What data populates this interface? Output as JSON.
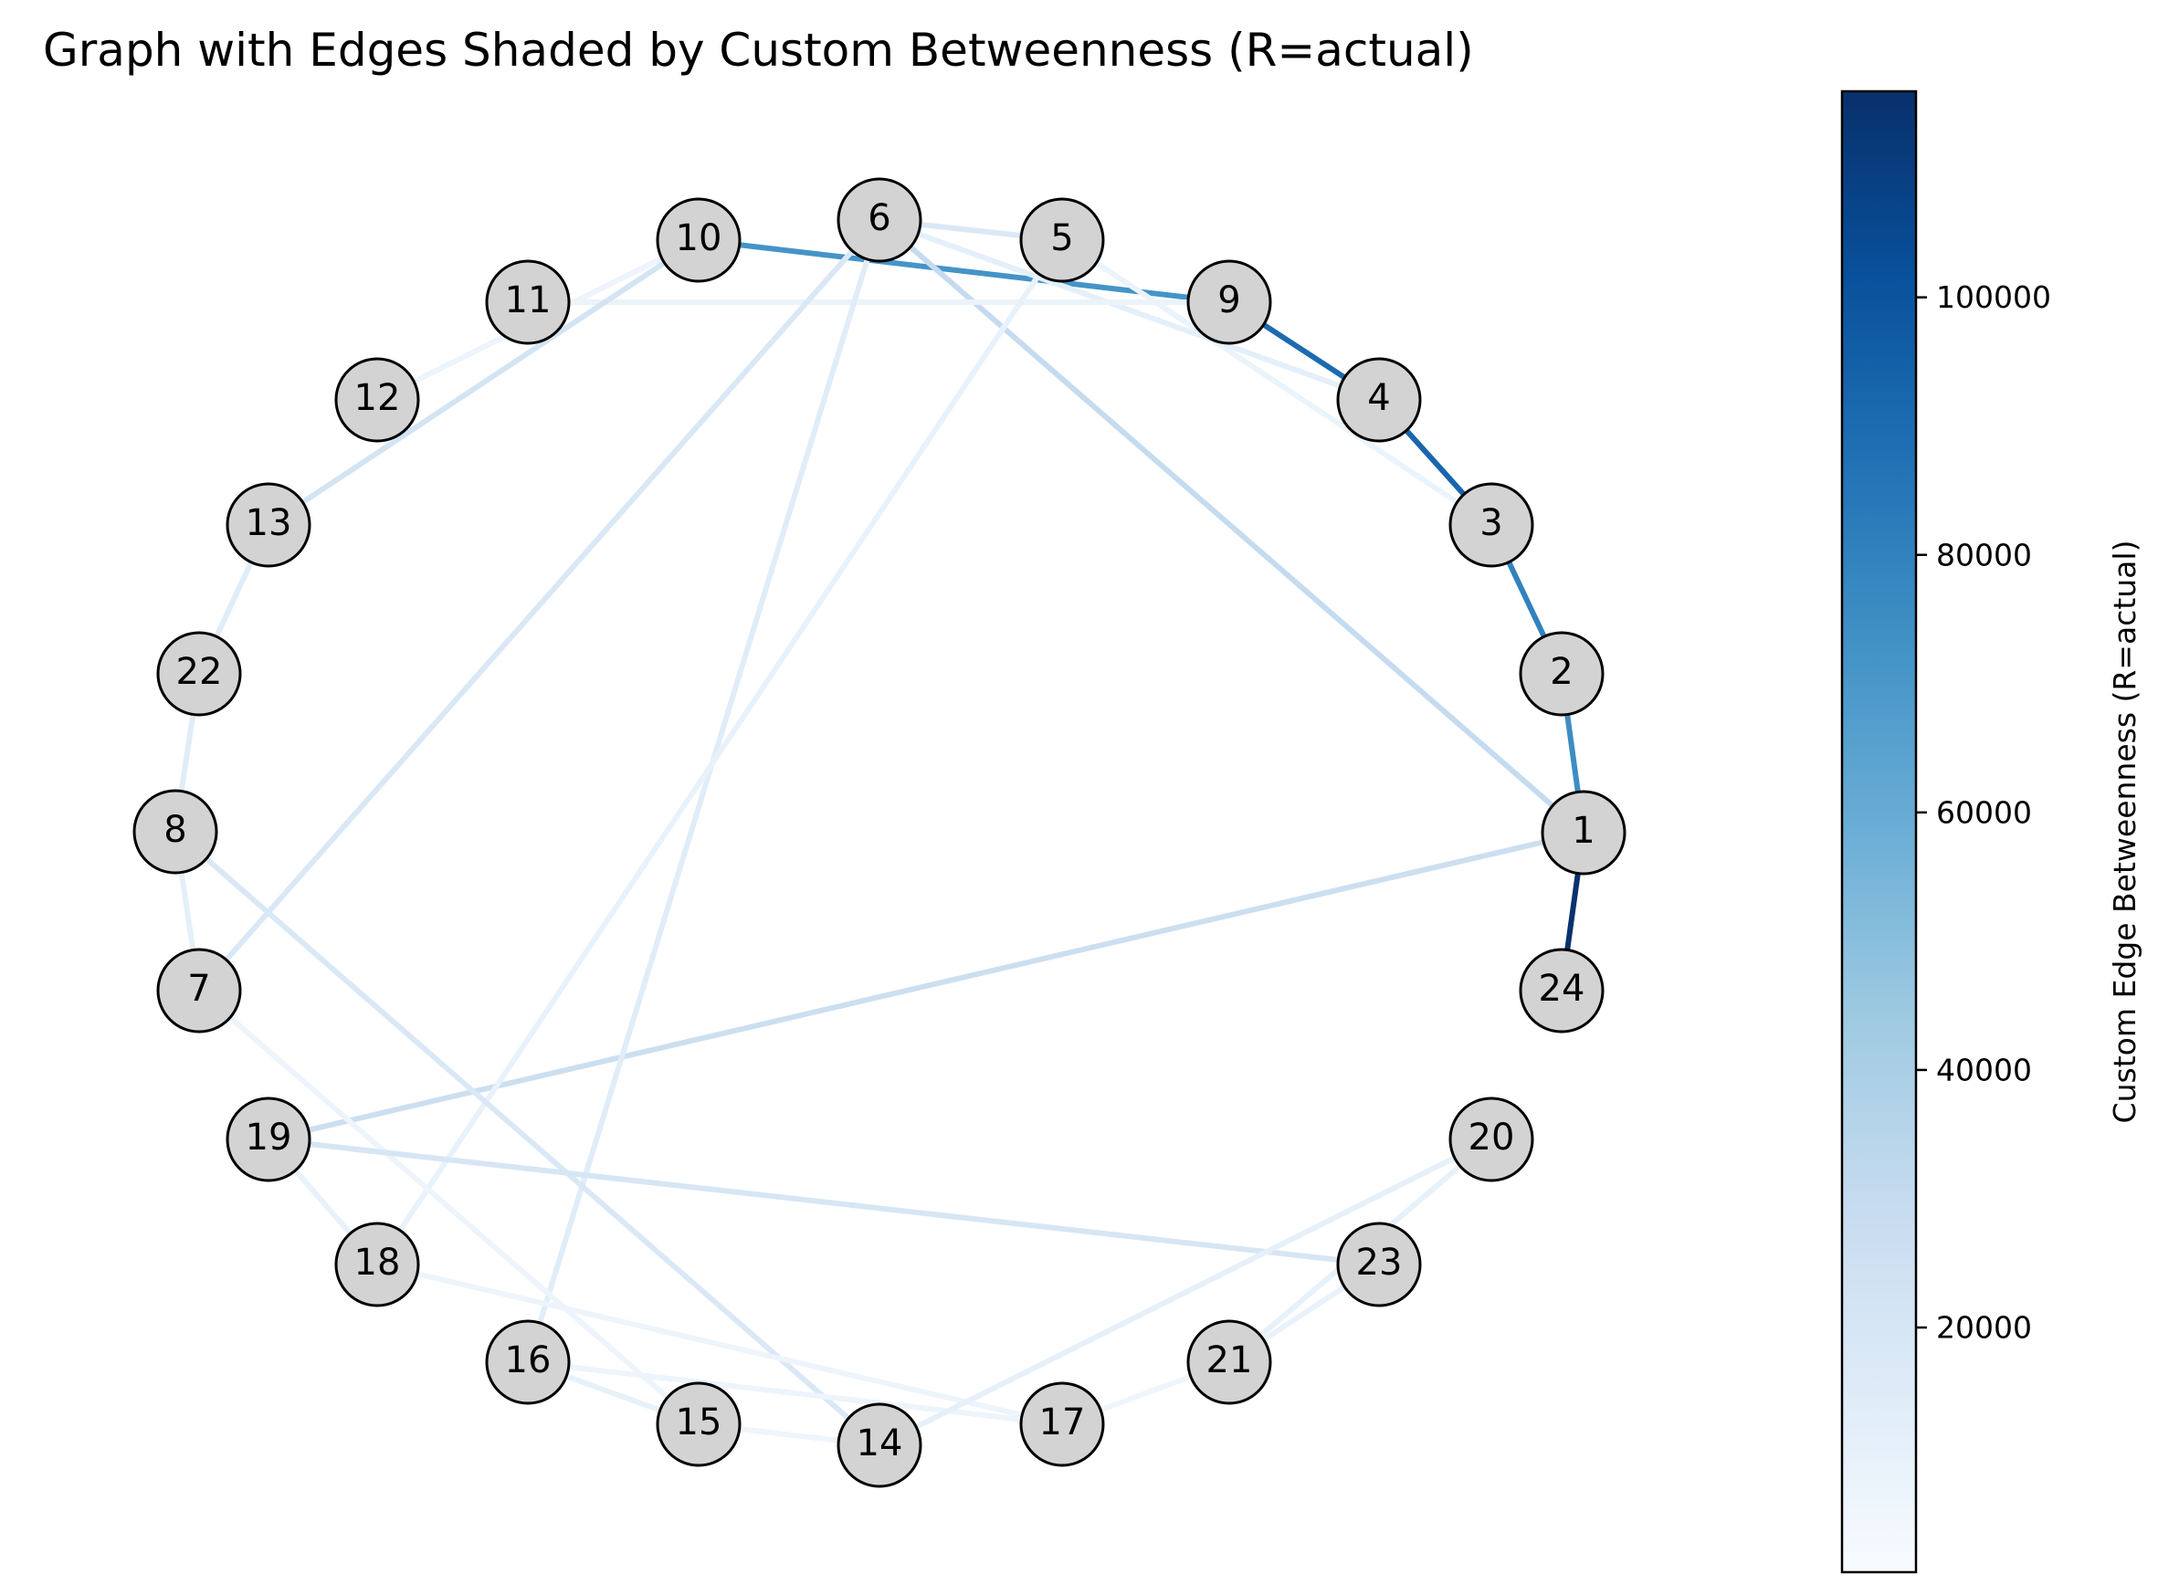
{
  "figure": {
    "title": "Graph with Edges Shaded by Custom Betweenness (R=actual)"
  },
  "graph": {
    "nodes": [
      "1",
      "2",
      "3",
      "4",
      "9",
      "5",
      "6",
      "10",
      "11",
      "12",
      "13",
      "22",
      "8",
      "7",
      "19",
      "18",
      "16",
      "15",
      "14",
      "17",
      "21",
      "23",
      "20",
      "24"
    ],
    "edges": [
      {
        "source": "1",
        "target": "24",
        "value": 115000
      },
      {
        "source": "1",
        "target": "2",
        "value": 75000
      },
      {
        "source": "2",
        "target": "3",
        "value": 80000
      },
      {
        "source": "3",
        "target": "4",
        "value": 92000
      },
      {
        "source": "4",
        "target": "9",
        "value": 90000
      },
      {
        "source": "9",
        "target": "10",
        "value": 72000
      },
      {
        "source": "1",
        "target": "6",
        "value": 30000
      },
      {
        "source": "1",
        "target": "19",
        "value": 26000
      },
      {
        "source": "3",
        "target": "5",
        "value": 8000
      },
      {
        "source": "4",
        "target": "6",
        "value": 12000
      },
      {
        "source": "6",
        "target": "5",
        "value": 18000
      },
      {
        "source": "9",
        "target": "11",
        "value": 8000
      },
      {
        "source": "10",
        "target": "13",
        "value": 22000
      },
      {
        "source": "10",
        "target": "12",
        "value": 7000
      },
      {
        "source": "13",
        "target": "22",
        "value": 14000
      },
      {
        "source": "22",
        "target": "8",
        "value": 14000
      },
      {
        "source": "8",
        "target": "7",
        "value": 12000
      },
      {
        "source": "6",
        "target": "7",
        "value": 18000
      },
      {
        "source": "6",
        "target": "16",
        "value": 14000
      },
      {
        "source": "5",
        "target": "18",
        "value": 9000
      },
      {
        "source": "8",
        "target": "14",
        "value": 18000
      },
      {
        "source": "7",
        "target": "15",
        "value": 7000
      },
      {
        "source": "19",
        "target": "23",
        "value": 20000
      },
      {
        "source": "19",
        "target": "18",
        "value": 9000
      },
      {
        "source": "18",
        "target": "17",
        "value": 7000
      },
      {
        "source": "16",
        "target": "15",
        "value": 10000
      },
      {
        "source": "16",
        "target": "17",
        "value": 7000
      },
      {
        "source": "15",
        "target": "14",
        "value": 6000
      },
      {
        "source": "14",
        "target": "20",
        "value": 11000
      },
      {
        "source": "17",
        "target": "21",
        "value": 6000
      },
      {
        "source": "21",
        "target": "20",
        "value": 10000
      },
      {
        "source": "21",
        "target": "23",
        "value": 9000
      }
    ]
  },
  "colorbar": {
    "label": "Custom Edge Betweenness (R=actual)",
    "colormap": "Blues",
    "range": [
      1000,
      116000
    ],
    "ticks": [
      20000,
      40000,
      60000,
      80000,
      100000
    ],
    "tick_labels": [
      "20000",
      "40000",
      "60000",
      "80000",
      "100000"
    ]
  }
}
